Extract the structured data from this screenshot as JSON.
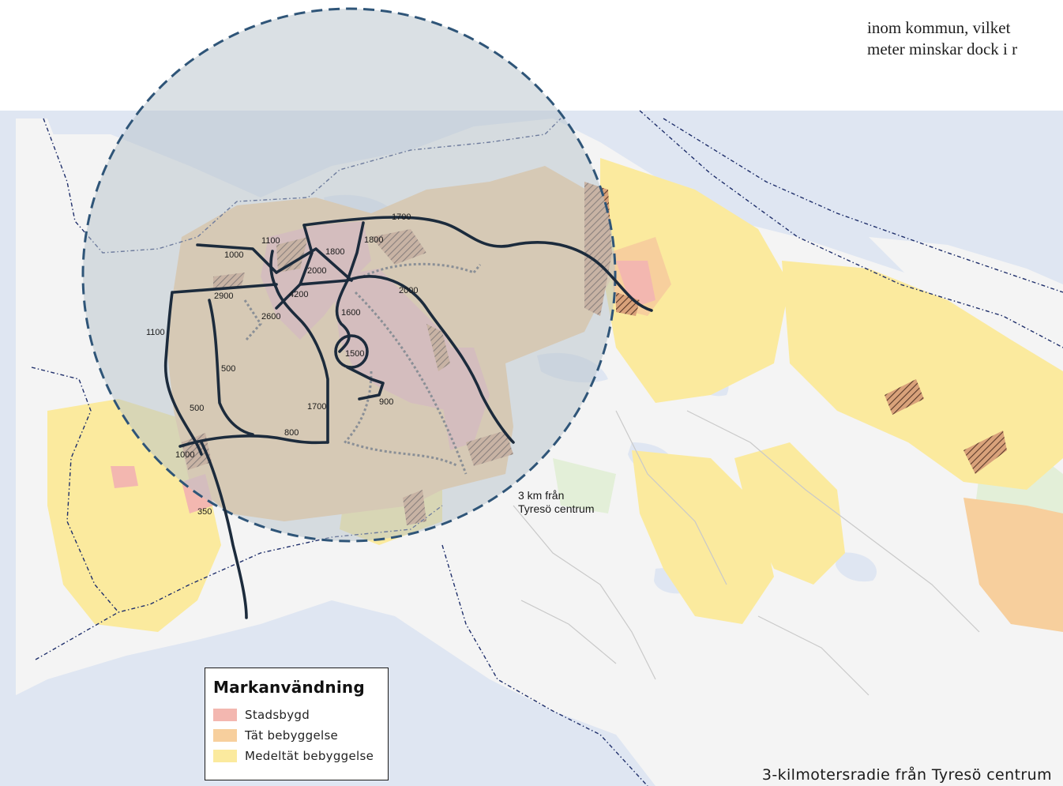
{
  "colors": {
    "water": "#dfe6f2",
    "land": "#f4f4f4",
    "stadsbygd": "#f3b7b0",
    "tat_bebyggelse": "#f7cf9d",
    "medeltat_bebyggelse": "#fbea9e",
    "green": "#e3efd8",
    "radius_fill": "#b9c3cc",
    "radius_stroke": "#2f5578",
    "roads": "#1c2b3c",
    "border": "#1f2f6b"
  },
  "body_text": {
    "line1": "inom kommun, vilket",
    "line2": "meter minskar dock i r"
  },
  "radius_label": {
    "line1": "3 km från",
    "line2": "Tyresö centrum"
  },
  "legend": {
    "title": "Markanvändning",
    "items": [
      {
        "label": "Stadsbygd",
        "color": "#f3b7b0"
      },
      {
        "label": "Tät bebyggelse",
        "color": "#f7cf9d"
      },
      {
        "label": "Medeltät bebyggelse",
        "color": "#fbea9e"
      }
    ]
  },
  "traffic_counts": [
    "1700",
    "1800",
    "1100",
    "1800",
    "1000",
    "2000",
    "2000",
    "2900",
    "4200",
    "1600",
    "2600",
    "1100",
    "1500",
    "500",
    "900",
    "1700",
    "500",
    "800",
    "1000",
    "350"
  ],
  "caption": "3-kilmotersradie från Tyresö centrum"
}
